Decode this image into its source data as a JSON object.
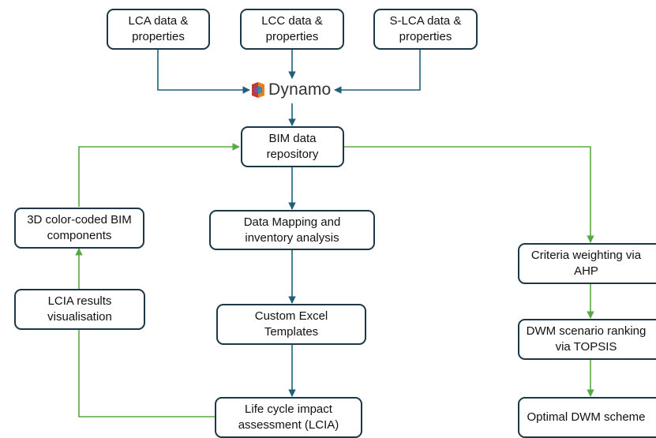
{
  "colors": {
    "box_border": "#1c3745",
    "blue_arrow": "#1f5f7a",
    "green_arrow": "#5aa845"
  },
  "dynamo": {
    "icon": "dynamo-logo-icon",
    "label": "Dynamo"
  },
  "nodes": {
    "lca": "LCA data &\nproperties",
    "lcc": "LCC data &\nproperties",
    "slca": "S-LCA data &\nproperties",
    "bim_repo": "BIM data\nrepository",
    "color_coded": "3D color-coded BIM\ncomponents",
    "visualisation": "LCIA results\nvisualisation",
    "data_mapping": "Data Mapping and\ninventory analysis",
    "excel_templates": "Custom Excel\nTemplates",
    "lcia": "Life cycle impact\nassessment (LCIA)",
    "ahp": "Criteria weighting via\nAHP",
    "topsis": "DWM scenario ranking\nvia TOPSIS",
    "optimal": "Optimal DWM scheme"
  }
}
